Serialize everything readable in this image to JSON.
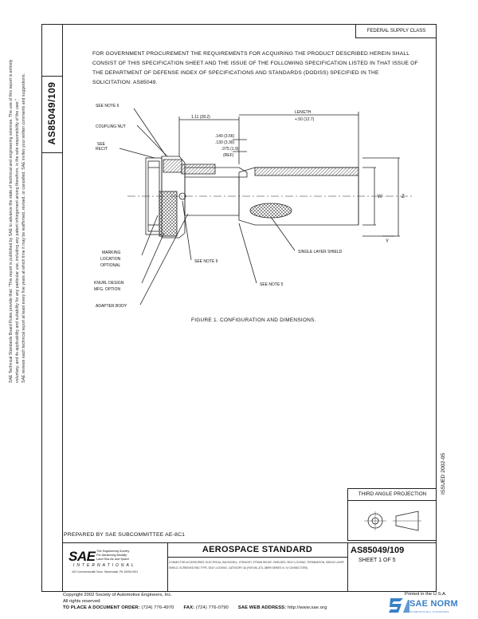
{
  "header": {
    "doc_number_vertical": "AS85049/109",
    "federal_supply_class": "FEDERAL SUPPLY CLASS"
  },
  "disclaimer": {
    "line1": "SAE Technical Standards Board Rules provide that: \"This report is published by SAE to advance the state of technical and engineering sciences. The use of this report is entirely",
    "line2": "voluntary, and its applicability and suitability for any particular use, including any patent infringement arising therefrom, is the sole responsibility of the user.\"",
    "line3": "SAE reviews each technical report at least every five years at which time it may be reaffirmed, revised, or cancelled. SAE invites your written comments and suggestions."
  },
  "procurement_paragraph": "FOR GOVERNMENT PROCUREMENT THE REQUIREMENTS FOR ACQUIRING THE PRODUCT DESCRIBED HEREIN SHALL CONSIST OF THIS SPECIFICATION SHEET AND THE ISSUE OF THE FOLLOWING SPECIFICATION LISTED IN THAT ISSUE OF THE DEPARTMENT OF DEFENSE INDEX OF SPECIFICATIONS AND STANDARDS (DODISS) SPECIFIED IN THE SOLICITATION:  AS85049.",
  "figure": {
    "labels": {
      "see_note_6": "SEE NOTE 6",
      "coupling_nut": "COUPLING NUT",
      "see_recit": "SEE",
      "see_recit2": "RECIT",
      "dim_1_11": "1.11 (28.2)",
      "length": "LENGTH",
      "length2": "+.50 (12.7)",
      "dim_140": ".140 (3.56)",
      "dim_130": ".130 (3.30)",
      "dim_075": ".075 (1.9)",
      "dim_ref": "(REF)",
      "w": "W",
      "z": "Z",
      "y": "Y",
      "marking1": "MARKING",
      "marking2": "LOCATION",
      "marking3": "OPTIONAL",
      "see_note_9": "SEE NOTE 9",
      "single_layer_shield": "SINGLE LAYER SHIELD",
      "knurl1": "KNURL DESIGN",
      "knurl2": "MFG. OPTION",
      "see_note_5": "SEE NOTE 5",
      "adapter_body": "ADAPTER BODY"
    },
    "caption": "FIGURE 1.  CONFIGURATION AND DIMENSIONS."
  },
  "issued": "ISSUED 2002-05",
  "third_angle": {
    "label": "THIRD ANGLE PROJECTION"
  },
  "title_block": {
    "prepared_by": "PREPARED BY SAE SUBCOMMITTEE AE-8C1",
    "sae_logo": "SAE",
    "sae_tagline1": "The Engineering Society",
    "sae_tagline2": "For Advancing Mobility",
    "sae_tagline3": "Land Sea Air and Space",
    "sae_international": "INTERNATIONAL",
    "sae_address": "400 Commonwealth Drive, Warrendale, PA  15096-0001",
    "standard_title": "AEROSPACE STANDARD",
    "standard_note": "CONNECTOR ACCESSORIES, ELECTRICAL, BACKSHELL, STRAIGHT, STRAIN RELIEF, SHIELDED, SELF-LOCKING, TERMINATION, SINGLE LAYER SHIELD, SCREENED END TYPE, SELF-LOCKING, CATEGORY 3A (FOR MIL-DTL-38999 SERIES III, IV CONNECTORS)",
    "doc_number": "AS85049/109",
    "sheet": "SHEET 1 OF 5"
  },
  "footer": {
    "copyright1": "Copyright 2002 Society of Automotive Engineers, Inc.",
    "copyright2": "All rights reserved.",
    "printed": "Printed in the U.S.A.",
    "order_label": "TO PLACE A DOCUMENT ORDER:",
    "order_phone": "(724) 776-4970",
    "fax_label": "FAX:",
    "fax_number": "(724) 776-0790",
    "web_label": "SAE WEB ADDRESS:",
    "web_address": "http://www.sae.org"
  },
  "watermark": {
    "brand": "SAE NORM",
    "sub": "INTERNATIONAL STANDARDS"
  },
  "colors": {
    "watermark_blue": "#3a80c8",
    "line": "#222222"
  }
}
